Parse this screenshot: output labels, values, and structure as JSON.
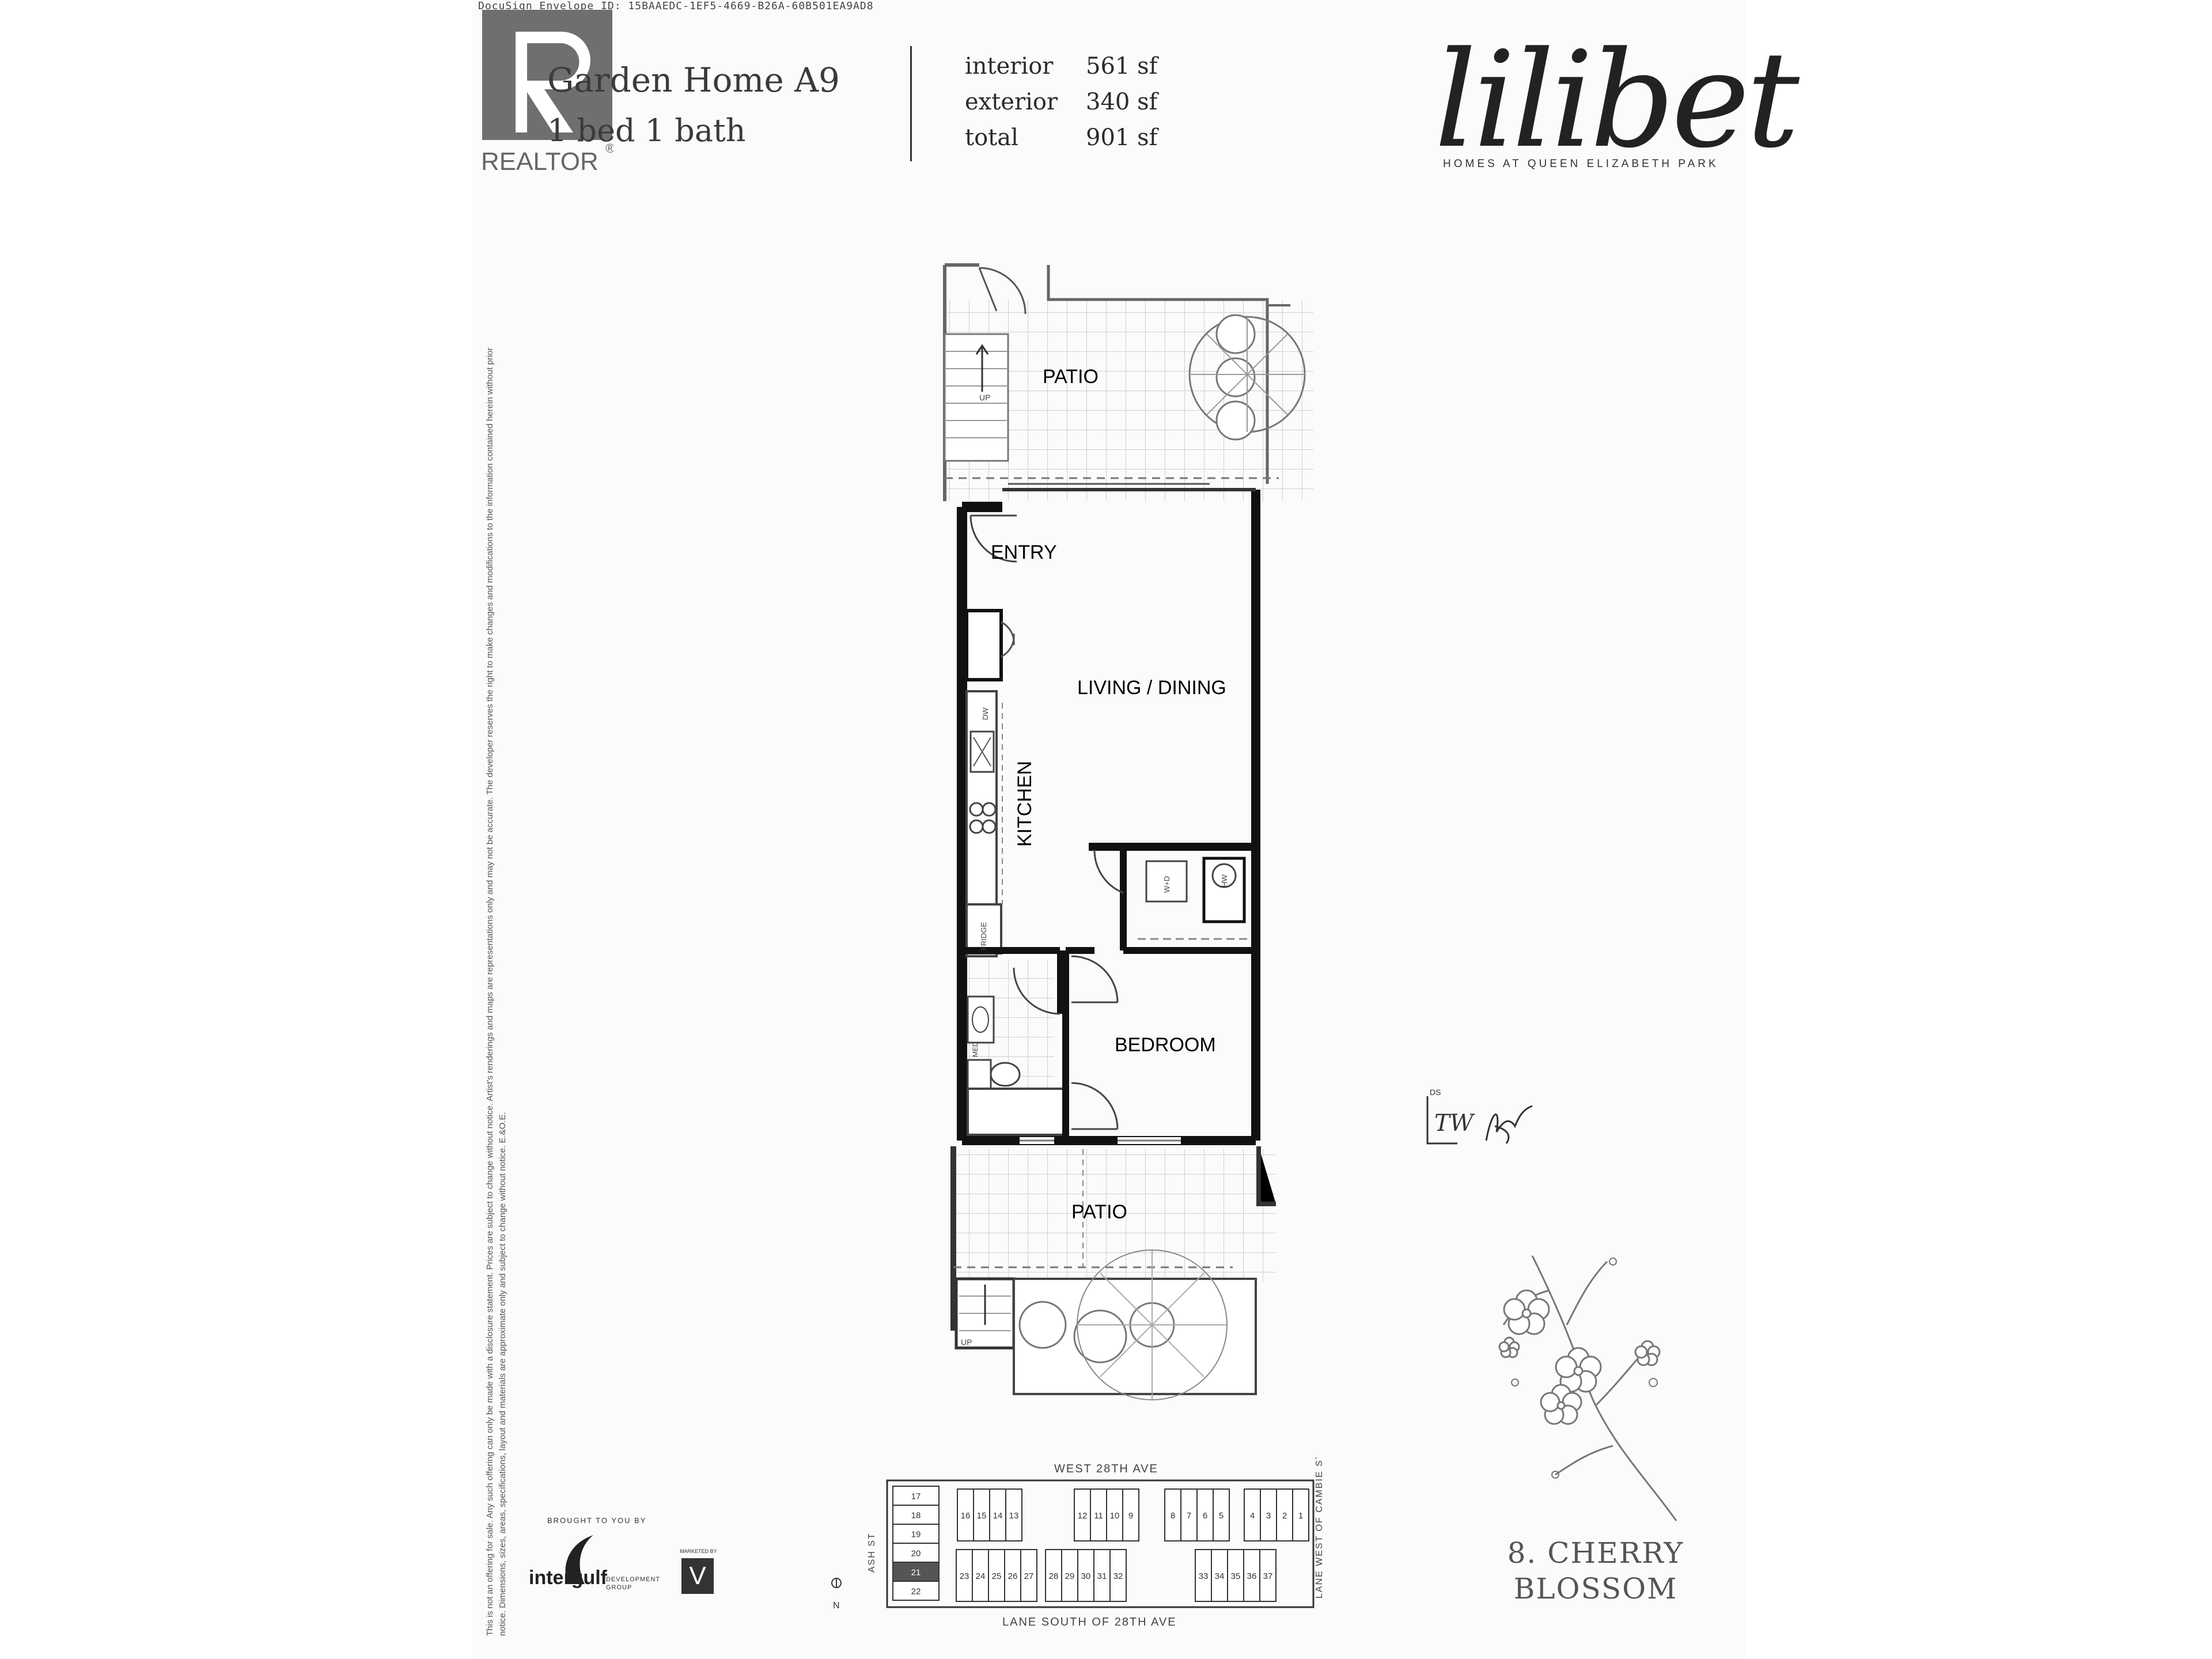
{
  "envelope": "DocuSign Envelope ID: 15BAAEDC-1EF5-4669-B26A-60B501EA9AD8",
  "realtor": {
    "label": "REALTOR",
    "mark": "®"
  },
  "header": {
    "title": "Garden Home A9",
    "subtitle": "1 bed 1 bath",
    "areas": [
      {
        "label": "interior",
        "value": "561 sf"
      },
      {
        "label": "exterior",
        "value": "340 sf"
      },
      {
        "label": "total",
        "value": "901 sf"
      }
    ]
  },
  "brand": {
    "name": "lilibet",
    "tagline": "HOMES AT QUEEN ELIZABETH PARK"
  },
  "disclaimer": "This is not an offering for sale. Any such offering can only be made with a disclosure statement. Prices are subject to change without notice. Artist's renderings and maps are representations only and may not be accurate. The developer reserves the right to make changes and modifications to the information contained herein without prior notice. Dimensions, sizes, areas, specifications, layout and materials are approximate only and subject to change without notice. E.&O.E.",
  "floorplan": {
    "rooms": {
      "patio_top": "PATIO",
      "entry": "ENTRY",
      "living": "LIVING / DINING",
      "kitchen": "KITCHEN",
      "bedroom": "BEDROOM",
      "patio_bottom": "PATIO"
    },
    "fixtures": {
      "dw": "DW",
      "fridge": "FRIDGE",
      "wd": "W+D",
      "hw": "HW",
      "med": "MED",
      "up_top": "UP",
      "up_bottom": "UP"
    }
  },
  "signature": {
    "ds_label": "DS",
    "initials": "TW"
  },
  "collection": {
    "line1": "8. CHERRY",
    "line2": "BLOSSOM"
  },
  "credits": {
    "brought": "BROUGHT TO YOU BY",
    "developer": "intergulf",
    "developer_sub1": "DEVELOPMENT",
    "developer_sub2": "GROUP",
    "marketed": "MARKETED BY",
    "marketer_letter": "V"
  },
  "site_plan": {
    "north_street": "WEST 28TH AVE",
    "south_street": "LANE SOUTH OF 28TH AVE",
    "west_street": "ASH ST",
    "east_street": "LANE WEST OF CAMBIE ST",
    "north_label": "N",
    "west_column": [
      "17",
      "18",
      "19",
      "20",
      "21",
      "22"
    ],
    "highlight_unit": "21",
    "top_groups": [
      [
        "16",
        "15",
        "14",
        "13"
      ],
      [
        "12",
        "11",
        "10",
        "9"
      ],
      [
        "8",
        "7",
        "6",
        "5"
      ],
      [
        "4",
        "3",
        "2",
        "1"
      ]
    ],
    "bottom_groups": [
      [
        "23",
        "24",
        "25",
        "26",
        "27"
      ],
      [
        "28",
        "29",
        "30",
        "31",
        "32"
      ],
      [
        "33",
        "34",
        "35",
        "36",
        "37"
      ]
    ],
    "colors": {
      "highlight": "#555555",
      "lines": "#333333"
    }
  }
}
